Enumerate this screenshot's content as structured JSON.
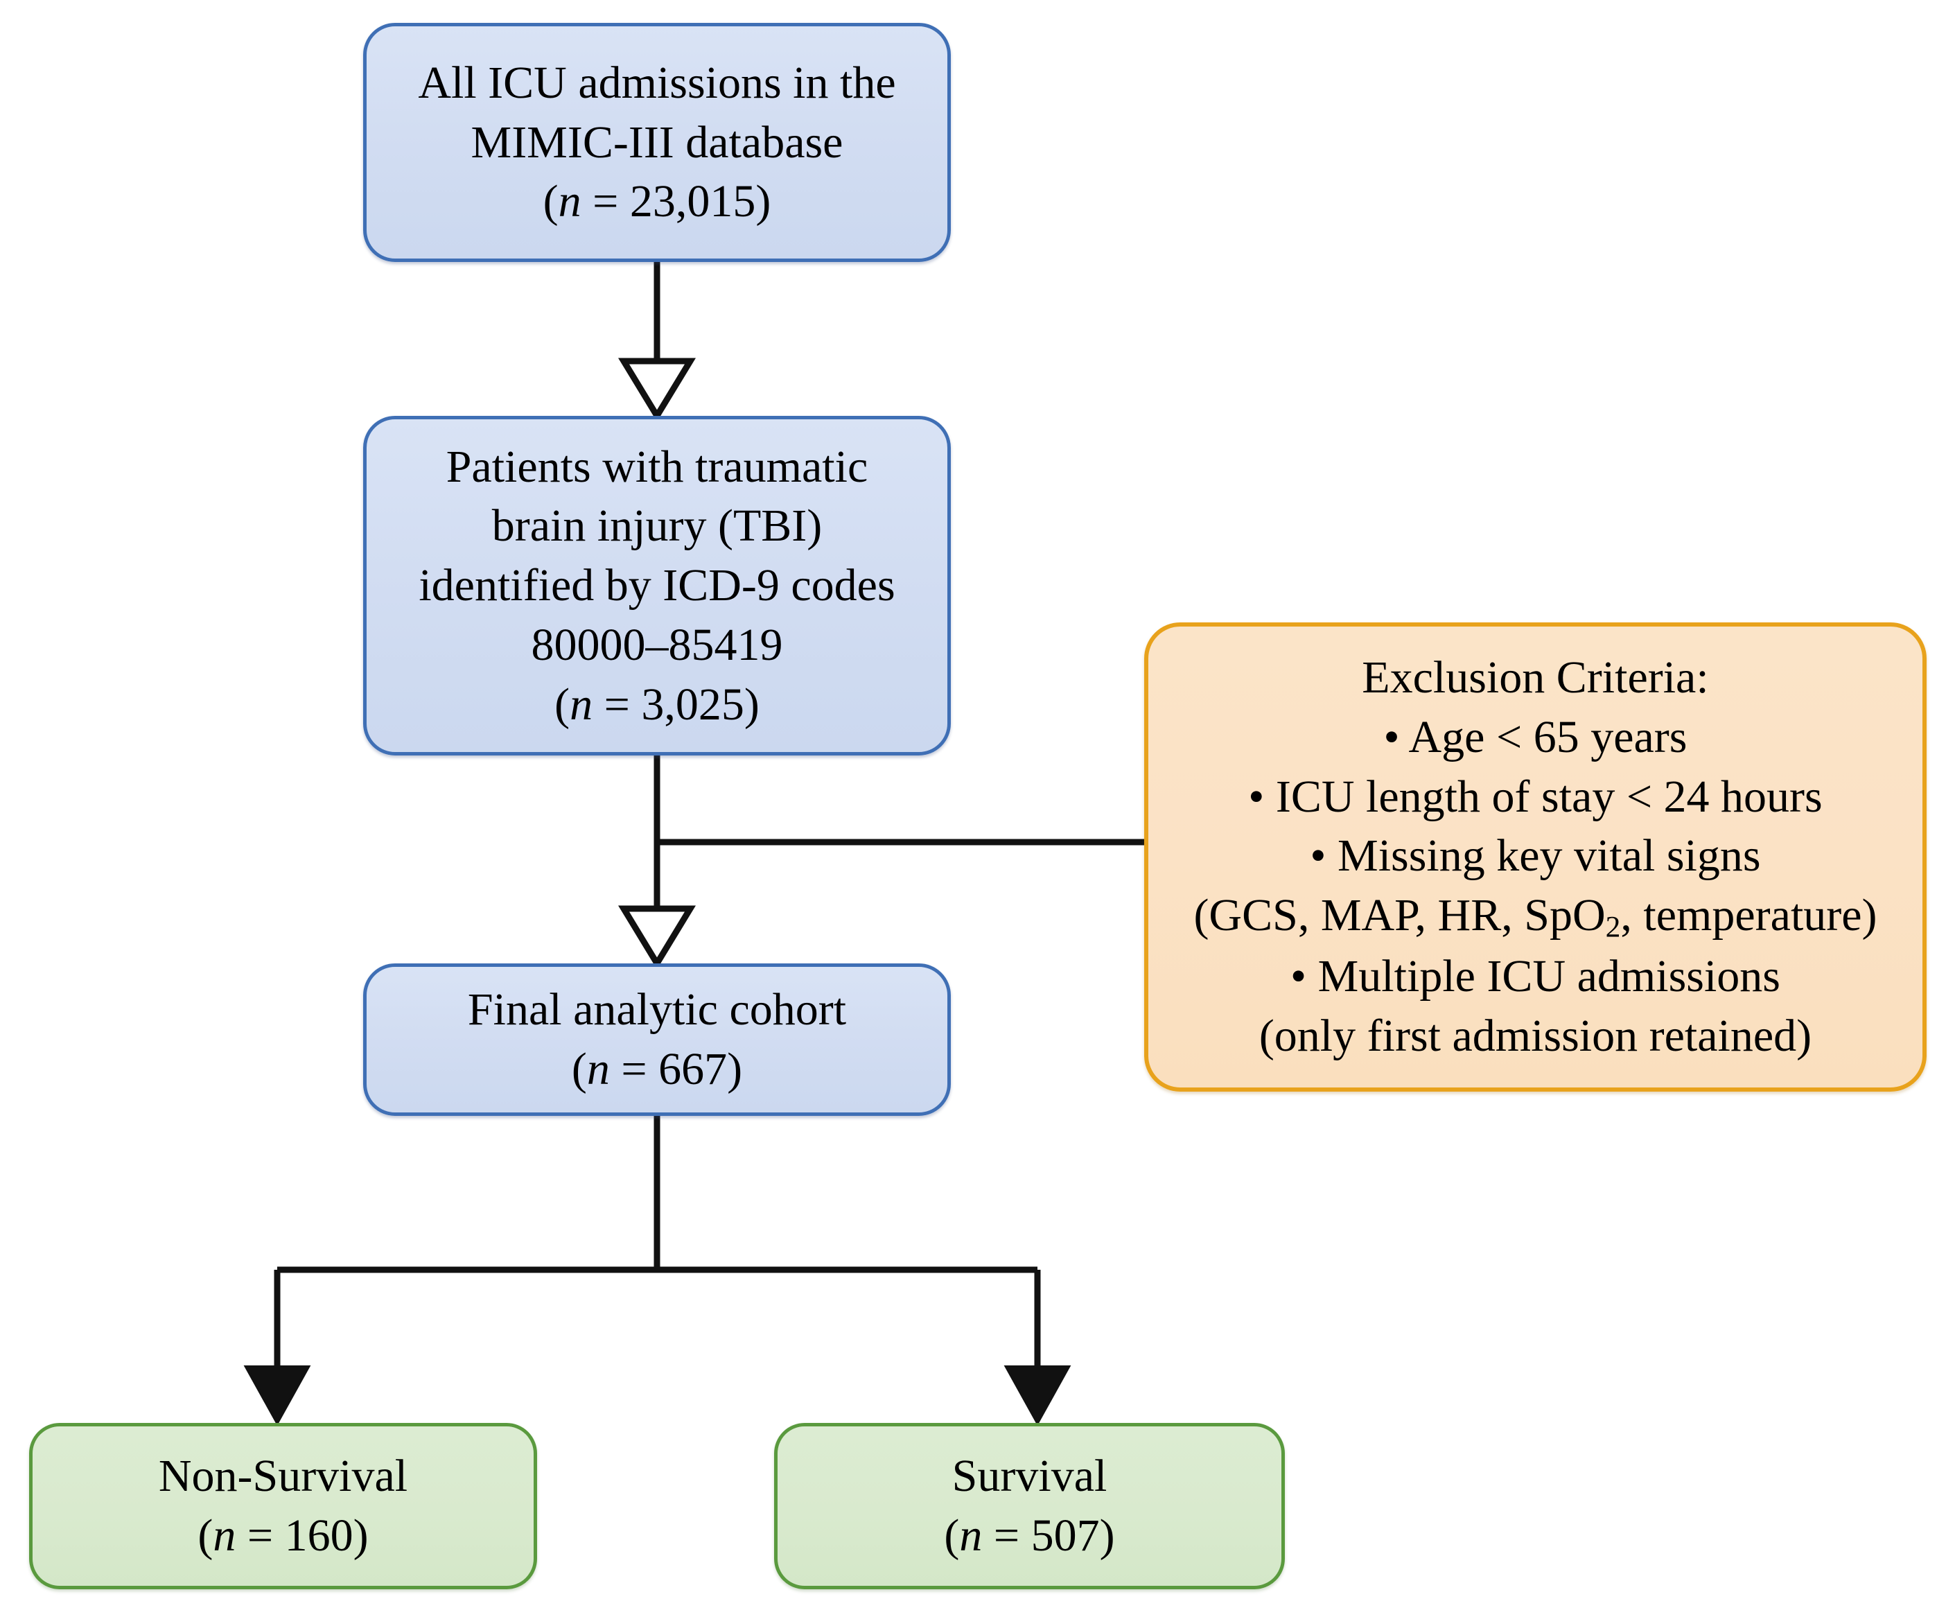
{
  "diagram": {
    "title": "Study cohort selection flow diagram",
    "type": "flowchart",
    "colors": {
      "blue_fill": "#d2ddf2",
      "blue_border": "#3f6fb5",
      "orange_fill": "#fbe2c5",
      "orange_border": "#e8a21c",
      "green_fill": "#d9eace",
      "green_border": "#5a9a3e",
      "connector": "#111111",
      "background": "#ffffff"
    }
  },
  "nodes": {
    "all_admissions": {
      "id": "all-icu-admissions",
      "kind": "source",
      "line1": "All ICU admissions in the",
      "line2": "MIMIC-III database",
      "count_prefix": "(",
      "count_var": "n",
      "count_eq": " = ",
      "count_value": "23,015",
      "count_suffix": ")"
    },
    "tbi_patients": {
      "id": "tbi-patients",
      "kind": "process",
      "line1": "Patients with traumatic",
      "line2": "brain injury (TBI)",
      "line3": "identified by ICD-9 codes",
      "line4": "80000–85419",
      "count_prefix": "(",
      "count_var": "n",
      "count_eq": " = ",
      "count_value": "3,025",
      "count_suffix": ")"
    },
    "final_cohort": {
      "id": "final-analytic-cohort",
      "kind": "process",
      "line1": "Final analytic cohort",
      "count_prefix": "(",
      "count_var": "n",
      "count_eq": " = ",
      "count_value": "667",
      "count_suffix": ")"
    },
    "exclusion": {
      "id": "exclusion-criteria",
      "kind": "exclusion",
      "heading": "Exclusion Criteria:",
      "items": [
        "• Age < 65 years",
        "• ICU length of stay < 24 hours",
        "• Missing key vital signs"
      ],
      "vitals_open": "(GCS, MAP, HR, SpO",
      "vitals_sub": "2",
      "vitals_close": ", temperature)",
      "item_multi": "• Multiple ICU admissions",
      "item_multi_note": "(only first admission retained)"
    },
    "non_survival": {
      "id": "non-survival-outcome",
      "kind": "outcome",
      "line1": "Non-Survival",
      "count_prefix": "(",
      "count_var": "n",
      "count_eq": " = ",
      "count_value": "160",
      "count_suffix": ")"
    },
    "survival": {
      "id": "survival-outcome",
      "kind": "outcome",
      "line1": "Survival",
      "count_prefix": "(",
      "count_var": "n",
      "count_eq": " = ",
      "count_value": "507",
      "count_suffix": ")"
    }
  },
  "edges": [
    {
      "id": "edge-admissions-to-tbi",
      "from": "all_admissions",
      "to": "tbi_patients",
      "arrowhead": "hollow-triangle",
      "orientation": "vertical"
    },
    {
      "id": "edge-tbi-to-exclusion",
      "from": "tbi_patients",
      "to": "exclusion",
      "arrowhead": "hollow-triangle",
      "orientation": "horizontal"
    },
    {
      "id": "edge-tbi-to-final",
      "from": "tbi_patients",
      "to": "final_cohort",
      "arrowhead": "hollow-triangle",
      "orientation": "vertical"
    },
    {
      "id": "edge-final-to-nonsurvival",
      "from": "final_cohort",
      "to": "non_survival",
      "arrowhead": "solid-triangle",
      "orientation": "fork-left"
    },
    {
      "id": "edge-final-to-survival",
      "from": "final_cohort",
      "to": "survival",
      "arrowhead": "solid-triangle",
      "orientation": "fork-right"
    }
  ]
}
